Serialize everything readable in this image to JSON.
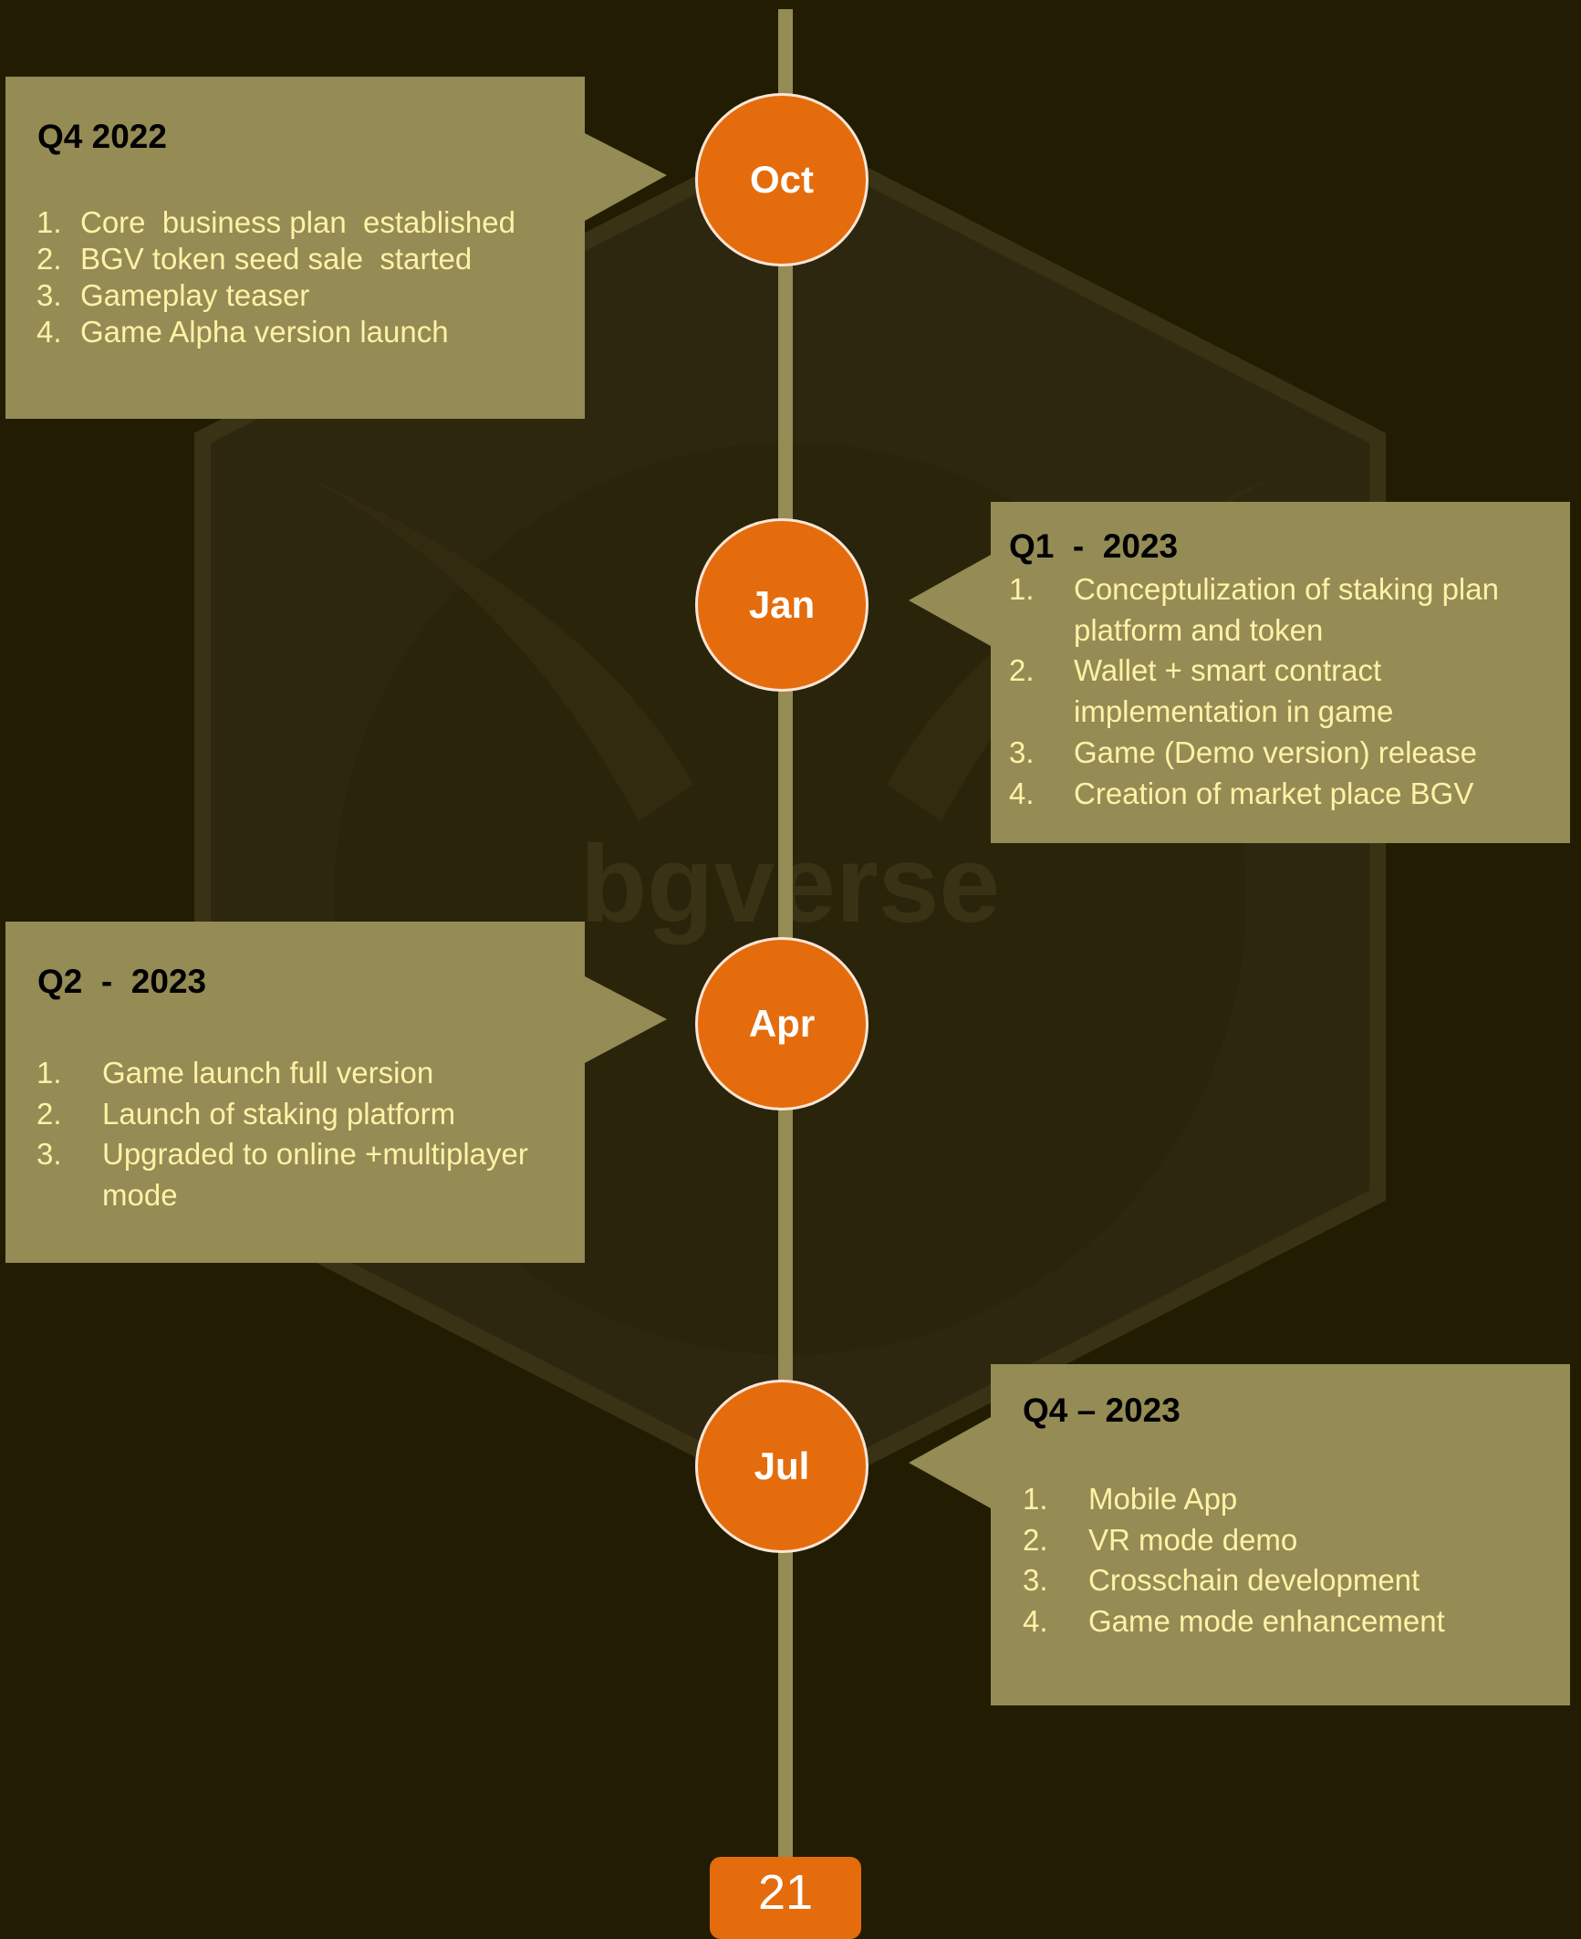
{
  "colors": {
    "background": "#221d02",
    "card": "#958b55",
    "card_text": "#fff2a6",
    "accent_orange": "#e46c0c",
    "timeline": "#958b55"
  },
  "months": [
    {
      "label": "Oct"
    },
    {
      "label": "Jan"
    },
    {
      "label": "Apr"
    },
    {
      "label": "Jul"
    }
  ],
  "milestones": [
    {
      "title": "Q4 2022",
      "items": [
        {
          "num": "1.",
          "text": "Core  business plan  established"
        },
        {
          "num": "2.",
          "text": "BGV token seed sale  started"
        },
        {
          "num": "3.",
          "text": "Gameplay teaser"
        },
        {
          "num": "4.",
          "text": "Game Alpha version launch"
        }
      ]
    },
    {
      "title": "Q1  -  2023",
      "items": [
        {
          "num": "1.",
          "text": "Conceptulization of staking plan platform and token"
        },
        {
          "num": "2.",
          "text": "Wallet + smart contract implementation in game"
        },
        {
          "num": "3.",
          "text": "Game (Demo version) release"
        },
        {
          "num": "4.",
          "text": "Creation of market place BGV"
        }
      ]
    },
    {
      "title": "Q2  -  2023",
      "items": [
        {
          "num": "1.",
          "text": "Game launch full version"
        },
        {
          "num": "2.",
          "text": "Launch of staking platform"
        },
        {
          "num": "3.",
          "text": "Upgraded to online +multiplayer mode"
        }
      ]
    },
    {
      "title": "Q4 – 2023",
      "items": [
        {
          "num": "1.",
          "text": "Mobile App"
        },
        {
          "num": "2.",
          "text": "VR mode demo"
        },
        {
          "num": "3.",
          "text": "Crosschain development"
        },
        {
          "num": "4.",
          "text": "Game mode enhancement"
        }
      ]
    }
  ],
  "watermark": {
    "logo_text": "bgverse"
  },
  "page_number": "21"
}
